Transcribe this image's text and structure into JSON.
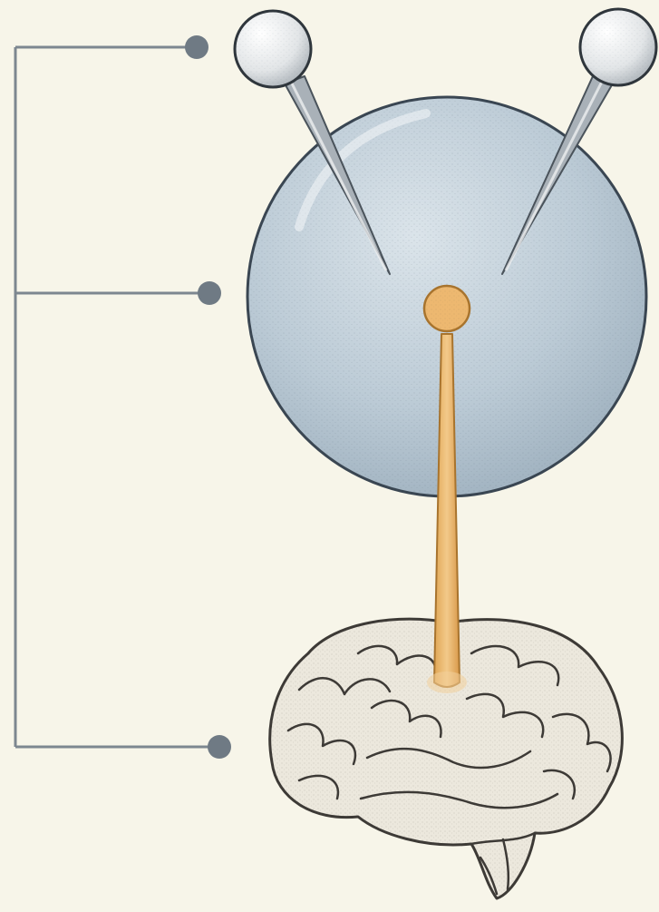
{
  "diagram": {
    "labels": [],
    "leader_count": 3,
    "colors": {
      "background": "#f7f5e9",
      "leader_line": "#7d8790",
      "leader_dot": "#6f7a84",
      "sphere_fill": "#bccbd6",
      "sphere_outline": "#3a4652",
      "pin_head": "#e9ebec",
      "pin_shaft": "#a9b1b8",
      "stalk_fill": "#e9b46a",
      "stalk_outline": "#a8742e",
      "brain_fill": "#ece8dd",
      "brain_outline": "#3d3a36"
    },
    "parts": [
      "pin-left",
      "pin-right",
      "sphere",
      "stalk",
      "brain"
    ]
  }
}
